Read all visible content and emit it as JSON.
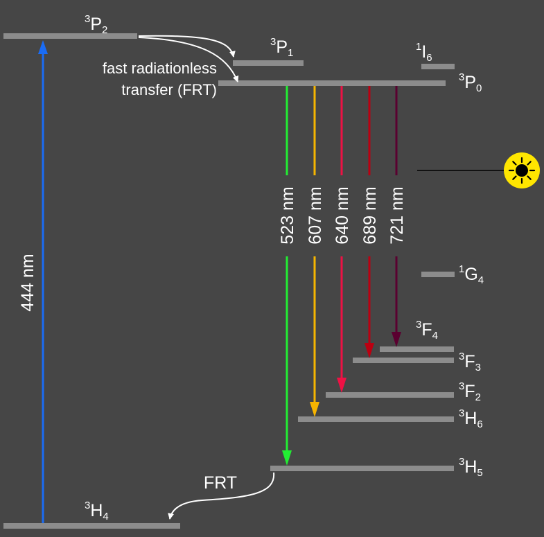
{
  "levels": [
    {
      "id": "3P2",
      "sup": "3",
      "sym": "P",
      "sub": "2"
    },
    {
      "id": "3P1",
      "sup": "3",
      "sym": "P",
      "sub": "1"
    },
    {
      "id": "1I6",
      "sup": "1",
      "sym": "I",
      "sub": "6"
    },
    {
      "id": "3P0",
      "sup": "3",
      "sym": "P",
      "sub": "0"
    },
    {
      "id": "1G4",
      "sup": "1",
      "sym": "G",
      "sub": "4"
    },
    {
      "id": "3F4",
      "sup": "3",
      "sym": "F",
      "sub": "4"
    },
    {
      "id": "3F3",
      "sup": "3",
      "sym": "F",
      "sub": "3"
    },
    {
      "id": "3F2",
      "sup": "3",
      "sym": "F",
      "sub": "2"
    },
    {
      "id": "3H6",
      "sup": "3",
      "sym": "H",
      "sub": "6"
    },
    {
      "id": "3H5",
      "sup": "3",
      "sym": "H",
      "sub": "5"
    },
    {
      "id": "3H4",
      "sup": "3",
      "sym": "H",
      "sub": "4"
    }
  ],
  "excitation": {
    "label": "444 nm",
    "color": "#1a6cf5"
  },
  "emissions": [
    {
      "label": "523 nm",
      "color": "#22ee33"
    },
    {
      "label": "607 nm",
      "color": "#f7b500"
    },
    {
      "label": "640 nm",
      "color": "#ee1144"
    },
    {
      "label": "689 nm",
      "color": "#bb0011"
    },
    {
      "label": "721 nm",
      "color": "#5a0030"
    }
  ],
  "annotations": {
    "frt_line1": "fast radiationless",
    "frt_line2": "transfer (FRT)",
    "frt_short": "FRT"
  },
  "colors": {
    "background": "#464646",
    "level": "#8c8c8c",
    "laser": "#ffe600"
  },
  "icons": {
    "laser": "laser-sun-icon"
  }
}
